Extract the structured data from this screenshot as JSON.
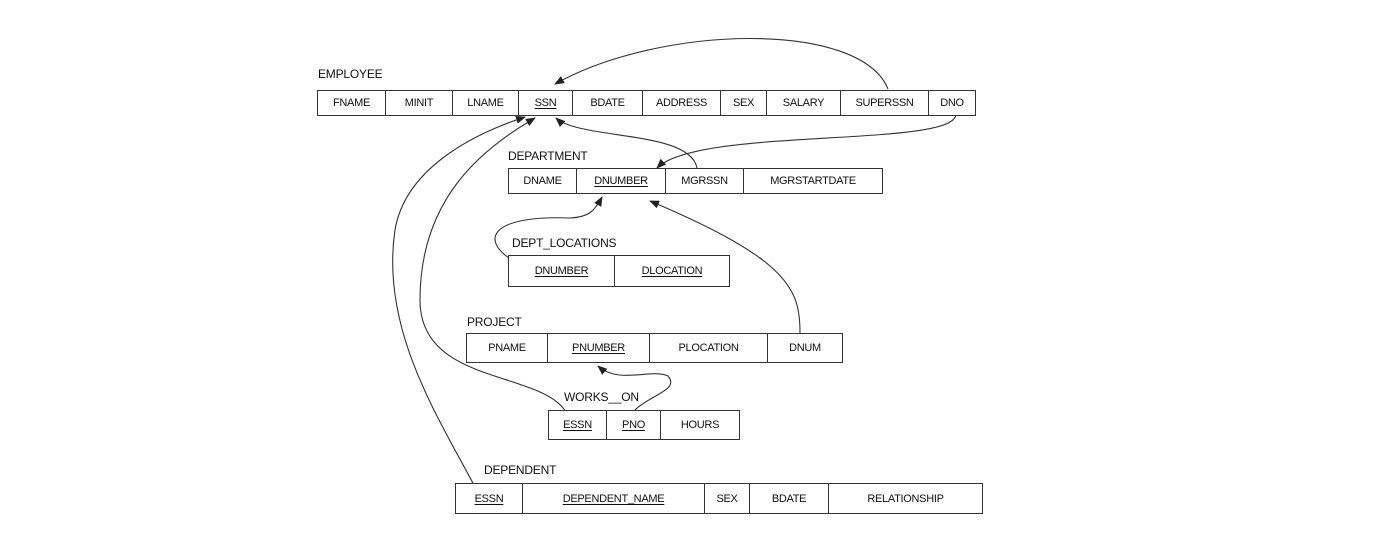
{
  "tables": {
    "employee": {
      "name": "EMPLOYEE",
      "columns": [
        "FNAME",
        "MINIT",
        "LNAME",
        "SSN",
        "BDATE",
        "ADDRESS",
        "SEX",
        "SALARY",
        "SUPERSSN",
        "DNO"
      ],
      "keys": [
        "SSN"
      ]
    },
    "department": {
      "name": "DEPARTMENT",
      "columns": [
        "DNAME",
        "DNUMBER",
        "MGRSSN",
        "MGRSTARTDATE"
      ],
      "keys": [
        "DNUMBER"
      ]
    },
    "dept_locations": {
      "name": "DEPT_LOCATIONS",
      "columns": [
        "DNUMBER",
        "DLOCATION"
      ],
      "keys": [
        "DNUMBER",
        "DLOCATION"
      ]
    },
    "project": {
      "name": "PROJECT",
      "columns": [
        "PNAME",
        "PNUMBER",
        "PLOCATION",
        "DNUM"
      ],
      "keys": [
        "PNUMBER"
      ]
    },
    "works_on": {
      "name": "WORKS__ON",
      "columns": [
        "ESSN",
        "PNO",
        "HOURS"
      ],
      "keys": [
        "ESSN",
        "PNO"
      ]
    },
    "dependent": {
      "name": "DEPENDENT",
      "columns": [
        "ESSN",
        "DEPENDENT_NAME",
        "SEX",
        "BDATE",
        "RELATIONSHIP"
      ],
      "keys": [
        "ESSN",
        "DEPENDENT_NAME"
      ]
    }
  }
}
